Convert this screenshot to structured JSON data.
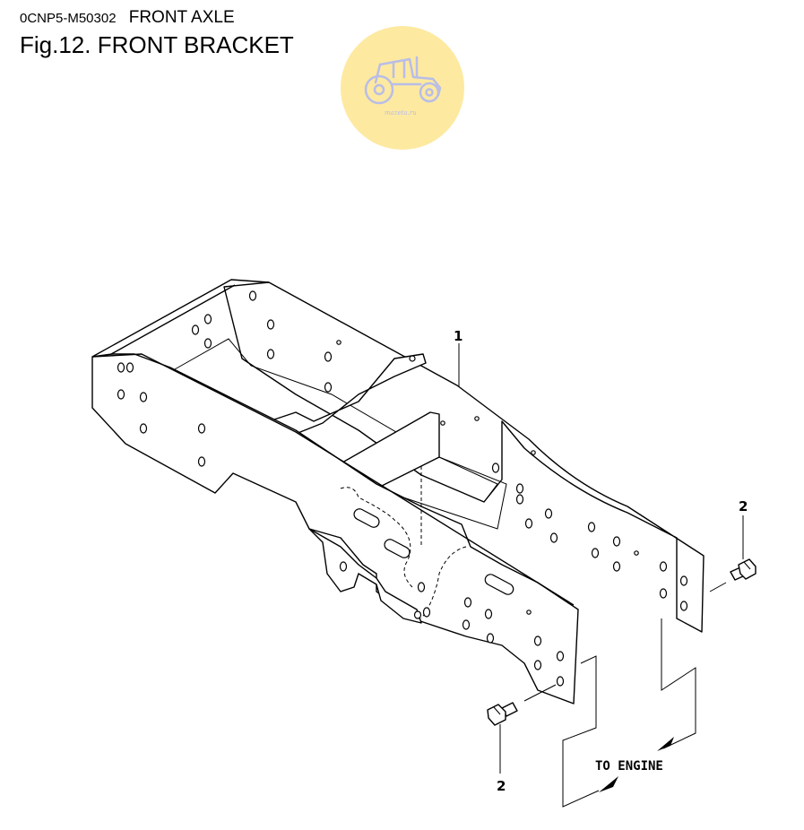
{
  "header": {
    "code": "0CNP5-M50302",
    "section": "FRONT AXLE",
    "figure_title": "Fig.12.  FRONT BRACKET"
  },
  "watermark": {
    "icon": "tractor-icon",
    "text": "mazeta.ru",
    "color": "#fde9a0",
    "icon_color": "#b8bde8"
  },
  "diagram": {
    "callouts": [
      {
        "id": "callout-1",
        "label": "1"
      },
      {
        "id": "callout-2-right",
        "label": "2"
      },
      {
        "id": "callout-2-bottom",
        "label": "2"
      }
    ],
    "direction_label": "TO ENGINE"
  }
}
